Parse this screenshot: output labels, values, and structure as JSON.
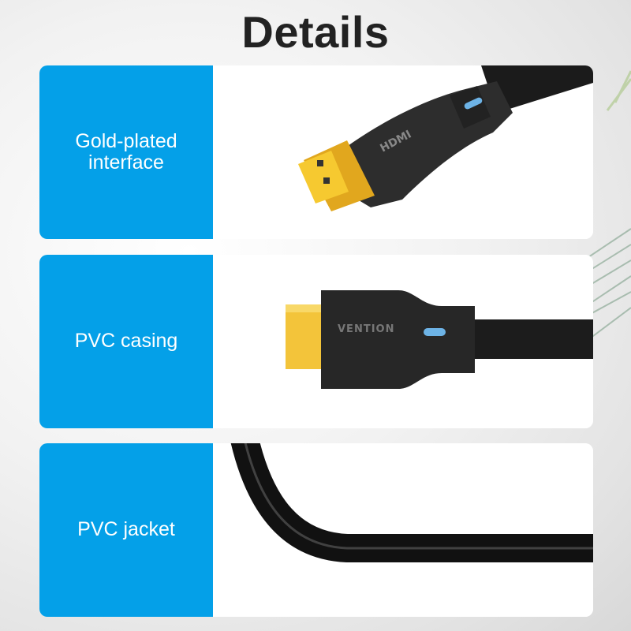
{
  "header": {
    "title": "Details"
  },
  "colors": {
    "accent": "#04A0E8",
    "card_bg": "#ffffff",
    "title": "#222222"
  },
  "features": [
    {
      "label": "Gold-plated interface",
      "image": "hdmi-connector-angled",
      "connector_mark": "HDMI"
    },
    {
      "label": "PVC casing",
      "image": "hdmi-connector-side",
      "connector_mark": "VENTION"
    },
    {
      "label": "PVC jacket",
      "image": "cable-bend"
    }
  ]
}
